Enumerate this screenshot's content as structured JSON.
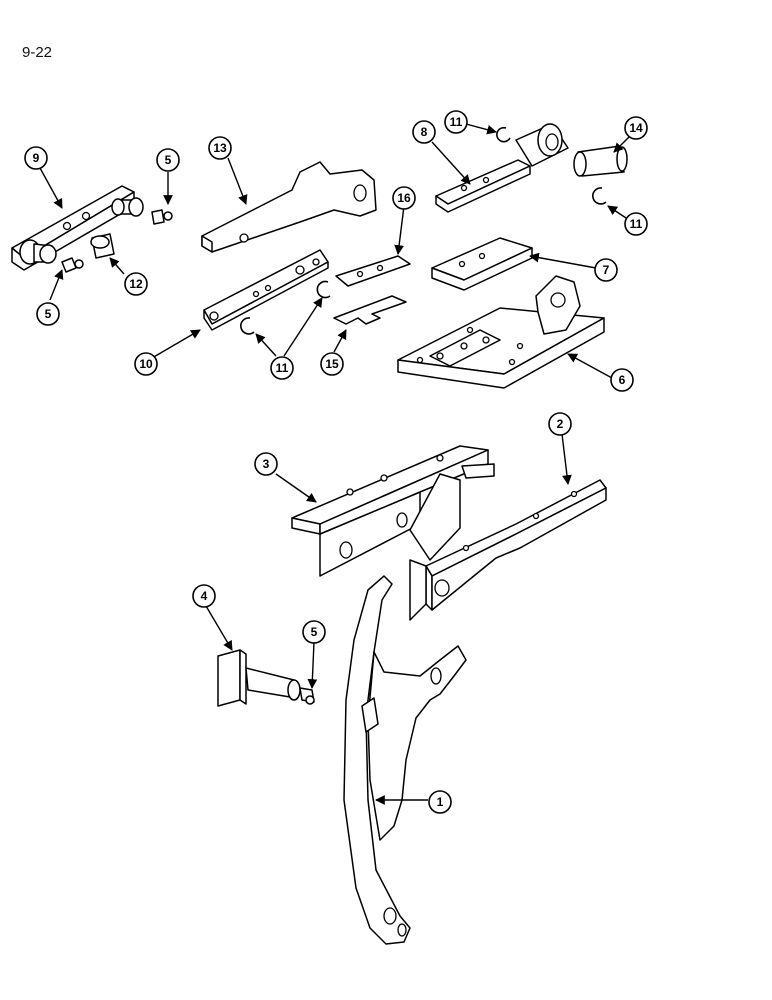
{
  "page": {
    "number": "9-22"
  },
  "callouts": {
    "c1": "1",
    "c2": "2",
    "c3": "3",
    "c4": "4",
    "c5a": "5",
    "c5b": "5",
    "c5c": "5",
    "c6": "6",
    "c7": "7",
    "c8": "8",
    "c9": "9",
    "c10": "10",
    "c11a": "11",
    "c11b": "11",
    "c11c": "11",
    "c12": "12",
    "c13": "13",
    "c14": "14",
    "c15": "15",
    "c16": "16"
  }
}
